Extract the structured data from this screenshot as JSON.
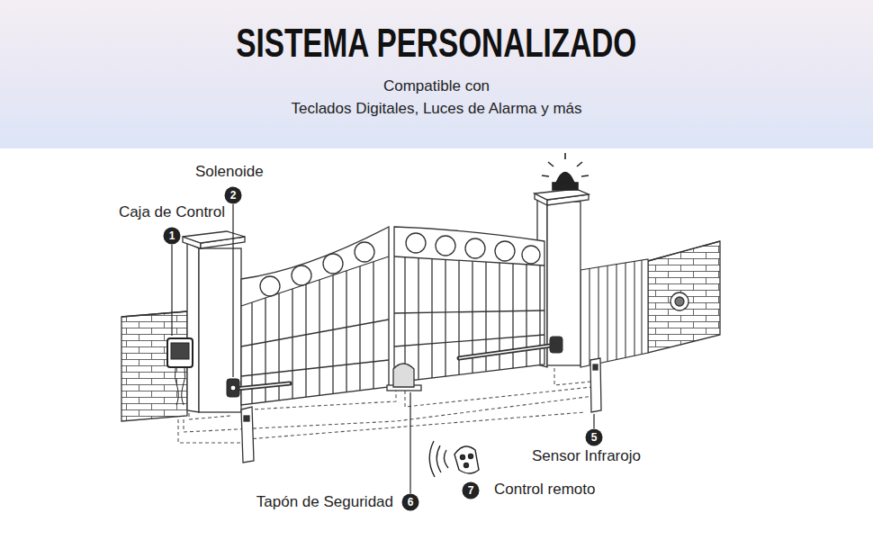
{
  "diagram": {
    "title": "SISTEMA PERSONALIZADO",
    "labels": [
      "Compatible con",
      "Teclados Digitales, Luces de Alarma y más",
      "Solenoide",
      "2",
      "Caja de Control",
      "1",
      "5",
      "Sensor Infrarojo",
      "Control remoto",
      "7",
      "Tapón de Seguridad",
      "6"
    ]
  }
}
